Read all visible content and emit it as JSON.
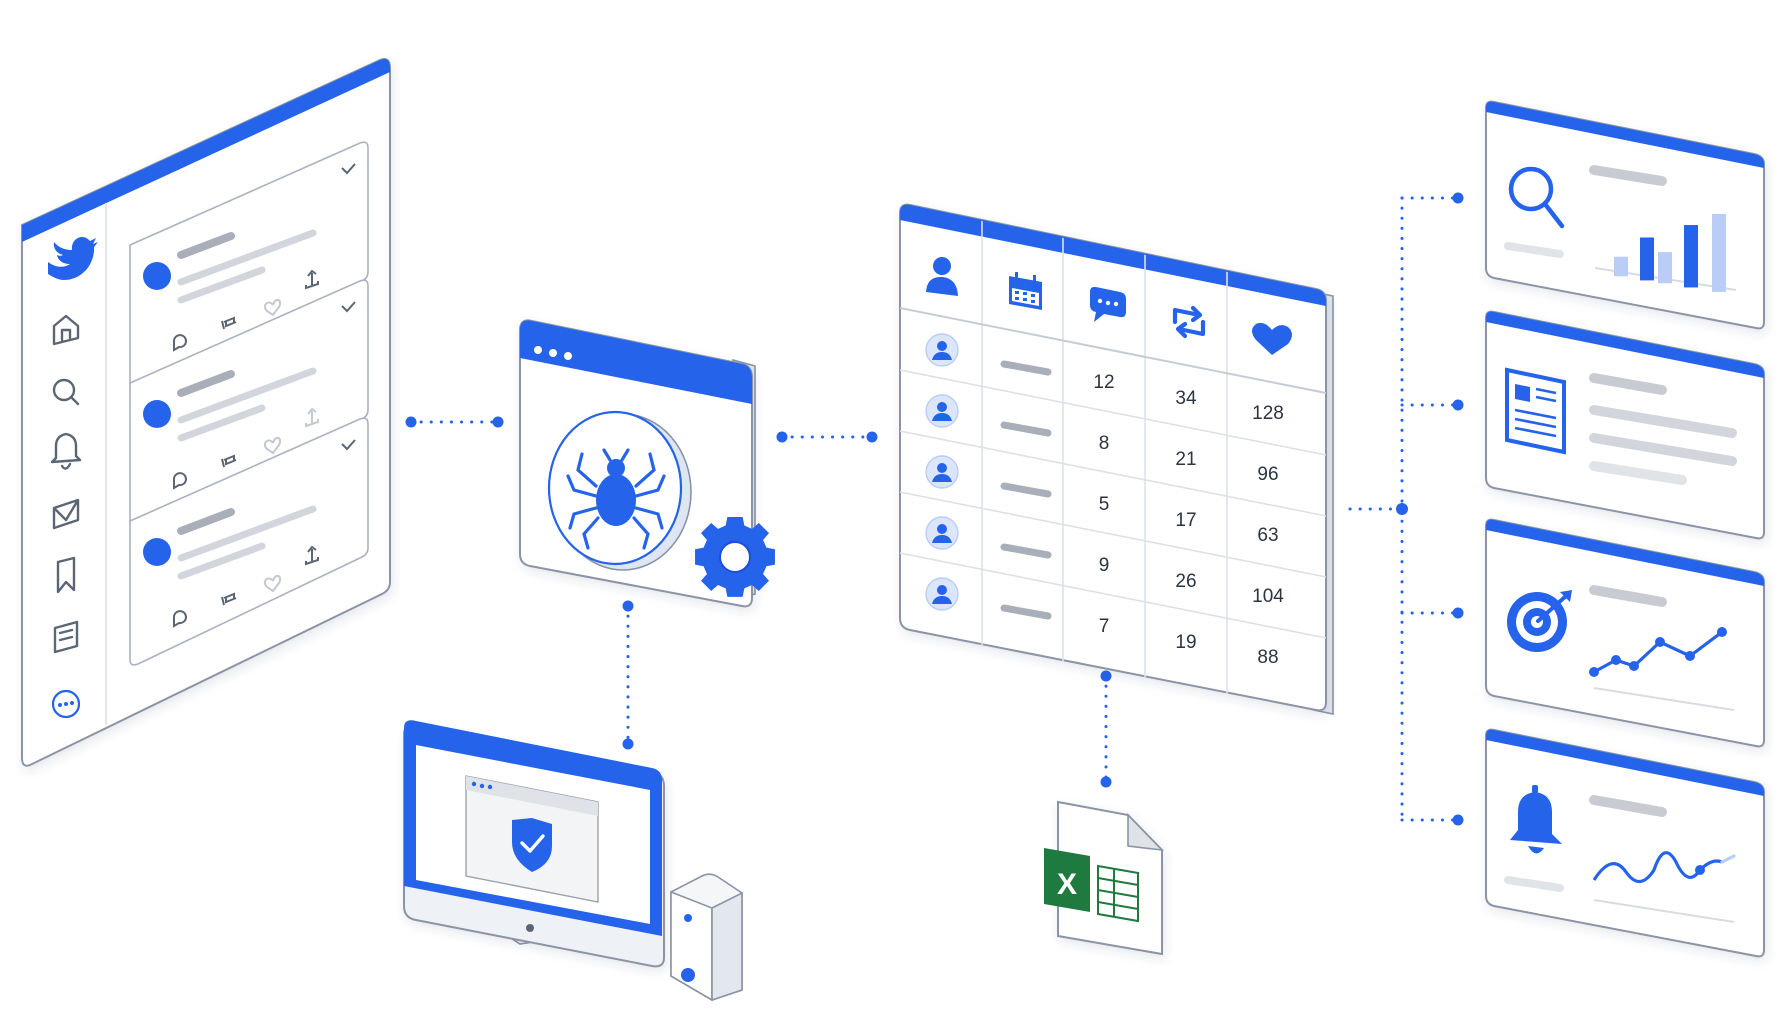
{
  "colors": {
    "accent": "#2563eb",
    "accent_light": "#b9cdf7",
    "outline": "#8a94a6",
    "placeholder": "#c8ccd2",
    "placeholder_dark": "#9ca3ad",
    "excel_green": "#1f7a3f"
  },
  "social_feed_panel": {
    "logo_icon": "bird-logo-icon",
    "sidebar_icons": [
      "home-icon",
      "search-icon",
      "bell-icon",
      "mail-icon",
      "bookmark-icon",
      "list-icon",
      "more-icon"
    ],
    "post_count": 3,
    "post_action_icons": [
      "reply-icon",
      "repost-icon",
      "like-icon",
      "share-icon"
    ]
  },
  "scraper_window": {
    "icons": [
      "spider-icon",
      "gear-icon"
    ]
  },
  "data_table": {
    "header_icons": [
      "user-icon",
      "calendar-icon",
      "comment-icon",
      "repost-icon",
      "heart-icon"
    ],
    "rows": [
      {
        "replies": "12",
        "reposts": "34",
        "likes": "128"
      },
      {
        "replies": "8",
        "reposts": "21",
        "likes": "96"
      },
      {
        "replies": "5",
        "reposts": "17",
        "likes": "63"
      },
      {
        "replies": "9",
        "reposts": "26",
        "likes": "104"
      },
      {
        "replies": "7",
        "reposts": "19",
        "likes": "88"
      }
    ]
  },
  "export": {
    "excel_letter": "X",
    "icon": "spreadsheet-file-icon"
  },
  "desktop": {
    "icons": [
      "shield-check-icon",
      "computer-tower-icon"
    ]
  },
  "insight_cards": [
    {
      "icon": "magnifier-icon",
      "visual": "bar-chart",
      "bar_levels": [
        0.25,
        0.55,
        0.4,
        0.8,
        1.0
      ]
    },
    {
      "icon": "document-icon",
      "visual": "text-lines"
    },
    {
      "icon": "target-icon",
      "visual": "line-chart"
    },
    {
      "icon": "bell-alert-icon",
      "visual": "wave-chart"
    }
  ]
}
